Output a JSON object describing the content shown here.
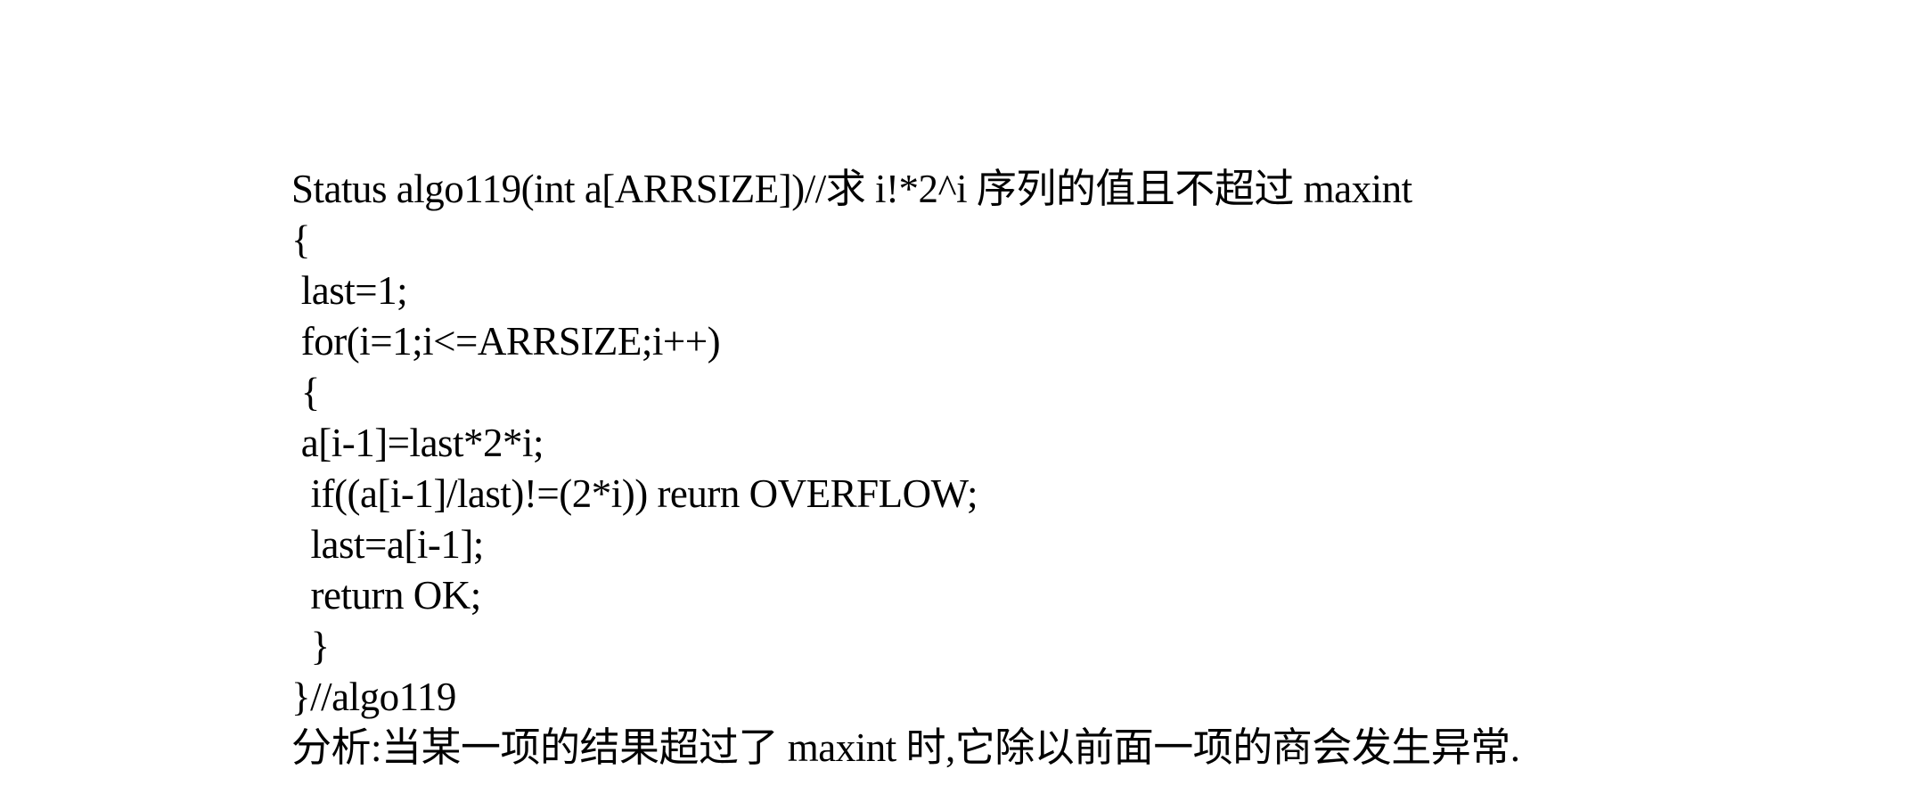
{
  "document": {
    "code_lines": [
      "Status algo119(int a[ARRSIZE])//求 i!*2^i 序列的值且不超过 maxint",
      "{",
      " last=1;",
      " for(i=1;i<=ARRSIZE;i++)",
      " {",
      " a[i-1]=last*2*i;",
      "  if((a[i-1]/last)!=(2*i)) reurn OVERFLOW;",
      "  last=a[i-1];",
      "  return OK;",
      "  }",
      "}//algo119"
    ],
    "analysis": "分析:当某一项的结果超过了 maxint 时,它除以前面一项的商会发生异常."
  }
}
